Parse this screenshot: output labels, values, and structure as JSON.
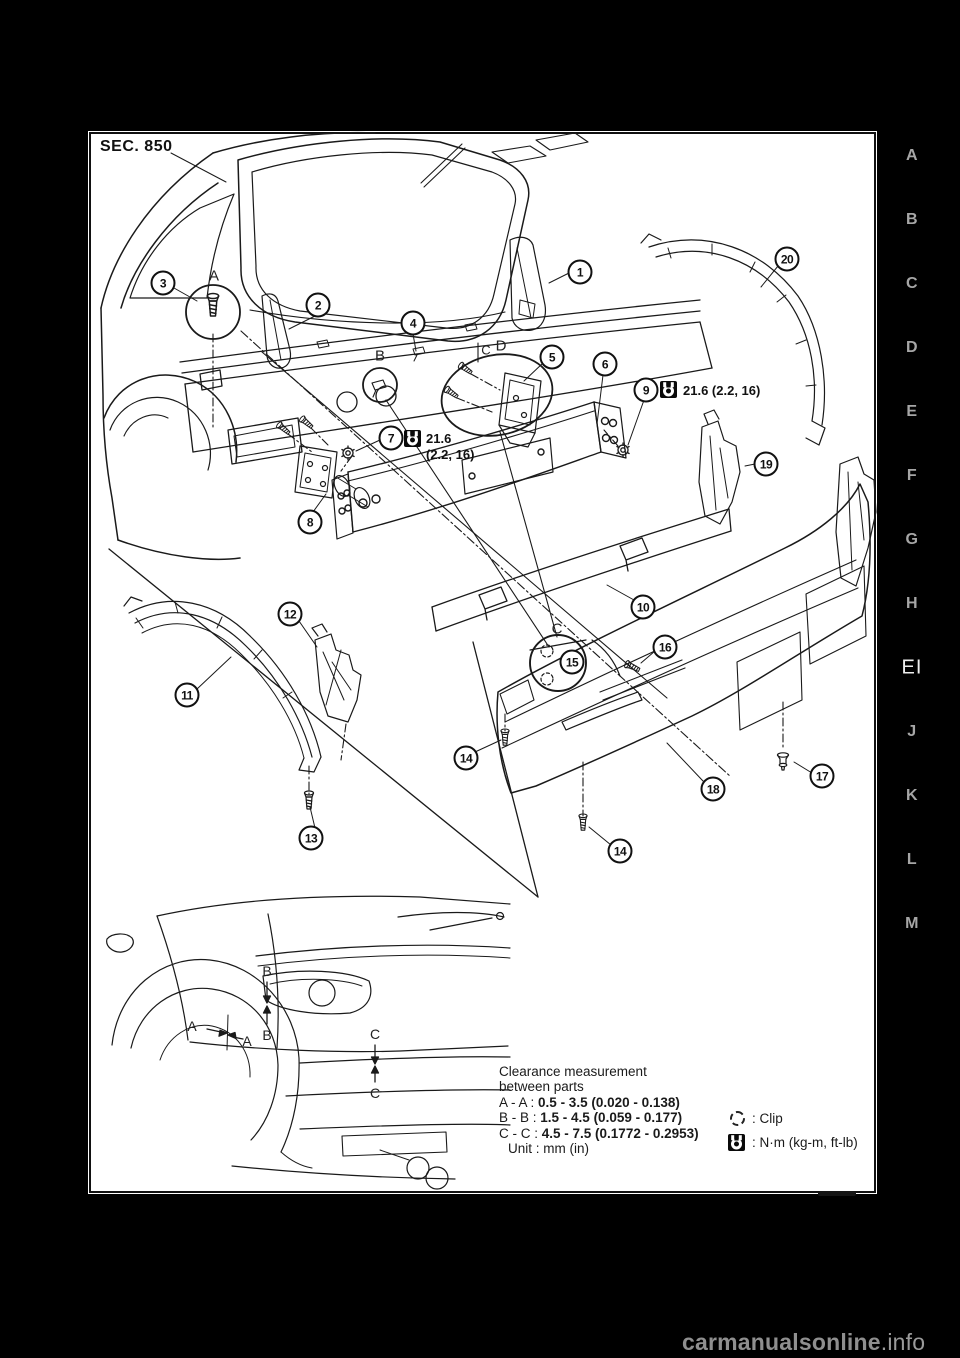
{
  "header": {
    "sec_label": "SEC. 850"
  },
  "callouts": [
    "1",
    "2",
    "3",
    "4",
    "5",
    "6",
    "7",
    "8",
    "9",
    "10",
    "11",
    "12",
    "13",
    "14",
    "14",
    "15",
    "16",
    "17",
    "18",
    "19",
    "20"
  ],
  "torque": {
    "t7_value": "21.6",
    "t7_sub": "(2.2, 16)",
    "t9_value": "21.6 (2.2, 16)"
  },
  "diagram_labels": {
    "a": "A",
    "b": "B",
    "c": "C",
    "d": "D",
    "c2": "C"
  },
  "measure_labels": {
    "a1": "A",
    "a2": "A",
    "b1": "B",
    "b2": "B",
    "c1": "C",
    "c2": "C"
  },
  "clearance": {
    "title_line1": "Clearance measurement",
    "title_line2": "between parts",
    "rows": [
      {
        "label": "A - A :",
        "value": "0.5 - 3.5 (0.020 - 0.138)"
      },
      {
        "label": "B - B :",
        "value": "1.5 - 4.5 (0.059 - 0.177)"
      },
      {
        "label": "C - C :",
        "value": "4.5 - 7.5 (0.1772 - 0.2953)"
      }
    ],
    "unit": "Unit : mm (in)"
  },
  "legend": {
    "clip_label": ": Clip",
    "torque_label": ": N·m (kg-m, ft-lb)"
  },
  "sidebar": {
    "items": [
      {
        "label": "A"
      },
      {
        "label": "B"
      },
      {
        "label": "C"
      },
      {
        "label": "D"
      },
      {
        "label": "E"
      },
      {
        "label": "F"
      },
      {
        "label": "G"
      },
      {
        "label": "H"
      },
      {
        "label": "EI"
      },
      {
        "label": "J"
      },
      {
        "label": "K"
      },
      {
        "label": "L"
      },
      {
        "label": "M"
      }
    ],
    "current": "EI"
  },
  "watermark": {
    "site": "carmanualsonline",
    "tld": ".info"
  }
}
